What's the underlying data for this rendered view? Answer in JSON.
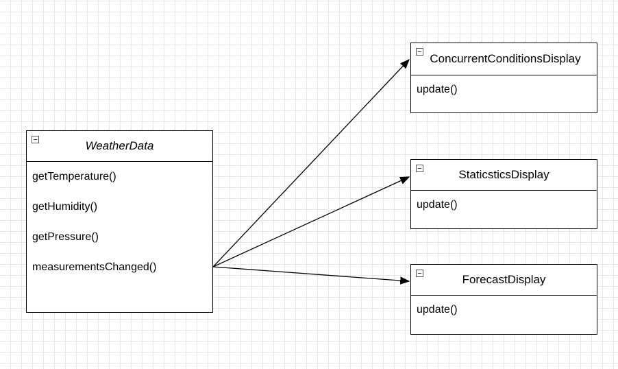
{
  "diagram": {
    "subject": {
      "name": "WeatherData",
      "operations": [
        "getTemperature()",
        "getHumidity()",
        "getPressure()",
        "measurementsChanged()"
      ]
    },
    "observers": [
      {
        "name": "ConcurrentConditionsDisplay",
        "operations": [
          "update()"
        ]
      },
      {
        "name": "StaticsticsDisplay",
        "operations": [
          "update()"
        ]
      },
      {
        "name": "ForecastDisplay",
        "operations": [
          "update()"
        ]
      }
    ],
    "edges": [
      {
        "from": "WeatherData",
        "to": "ConcurrentConditionsDisplay"
      },
      {
        "from": "WeatherData",
        "to": "StaticsticsDisplay"
      },
      {
        "from": "WeatherData",
        "to": "ForecastDisplay"
      }
    ],
    "colors": {
      "stroke": "#000000",
      "grid": "#e6e6e6",
      "background": "#ffffff"
    },
    "icons": {
      "collapse": "collapse-minus-icon"
    }
  }
}
